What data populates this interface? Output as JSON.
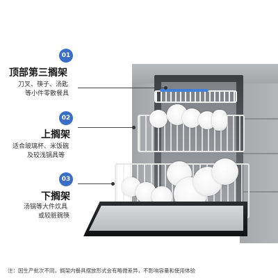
{
  "callouts": [
    {
      "number": "01",
      "title": "顶部第三搁架",
      "desc_lines": [
        "刀叉、筷子、汤匙",
        "等小件零散餐具"
      ]
    },
    {
      "number": "02",
      "title": "上搁架",
      "desc_lines": [
        "适合玻璃杯、米饭碗",
        "及较浅锅具等"
      ]
    },
    {
      "number": "03",
      "title": "下搁架",
      "desc_lines": [
        "汤锅等大件炊具",
        "或较脏碗筷"
      ]
    }
  ],
  "footnote": "注：因生产批次不同，搁架内餐具摆放形式会有略微差异，不影响容量和使用体验",
  "colors": {
    "accent": "#3a6fc4",
    "background": "#ffffff",
    "cabinet": "#a6a8ab"
  }
}
